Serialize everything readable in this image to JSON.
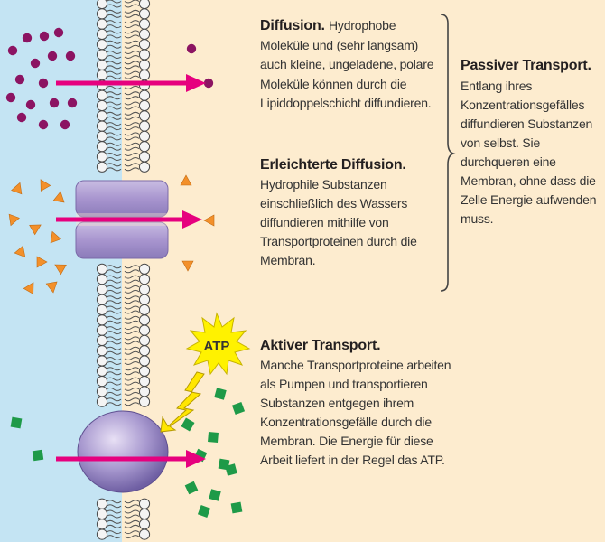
{
  "diffusion": {
    "title": "Diffusion.",
    "text": "Hydrophobe Moleküle und (sehr langsam) auch kleine, ungeladene, polare Moleküle können durch die Lipiddoppelschicht diffundieren."
  },
  "facilitated": {
    "title": "Erleichterte Diffusion.",
    "text": "Hydrophile Substanzen einschließlich des Wassers diffundieren mithilfe von Transportproteinen durch die Membran."
  },
  "active": {
    "title": "Aktiver Transport.",
    "text": "Manche Transportproteine arbeiten als Pumpen und transportieren Substanzen entgegen ihrem Konzentrationsgefälle durch die Membran. Die Energie für diese Arbeit liefert in der Regel das ATP."
  },
  "passive": {
    "title": "Passiver Transport.",
    "text": "Entlang ihres Konzentrationsgefälles diffundieren Substanzen von selbst. Sie durchqueren eine Membran, ohne dass die Zelle Energie aufwenden muss."
  },
  "atp": {
    "label": "ATP"
  },
  "colors": {
    "outside": "#c4e4f3",
    "inside": "#fdeccf",
    "arrow": "#e6007e",
    "molecule_purple": "#8c1462",
    "molecule_orange": "#f3902a",
    "molecule_green": "#1e9a48",
    "protein": "#b5a6d3",
    "atp_burst": "#fff200",
    "lightning": "#ffe600"
  }
}
